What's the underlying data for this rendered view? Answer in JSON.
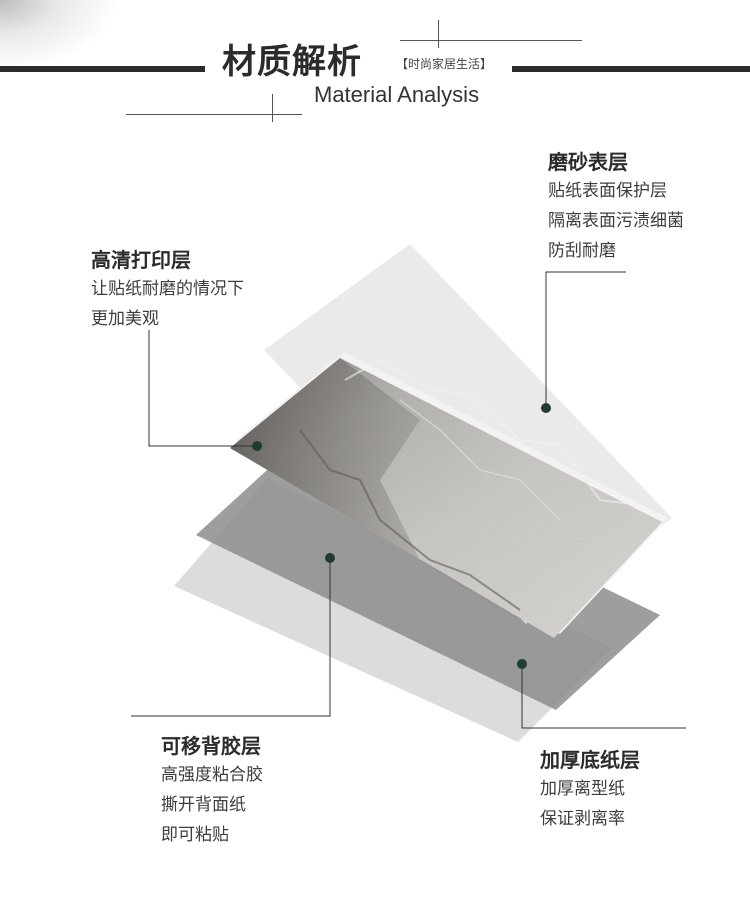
{
  "header": {
    "title_cn": "材质解析",
    "tag": "【时尚家居生活】",
    "title_en": "Material Analysis"
  },
  "layers": [
    {
      "id": "matte-surface",
      "title": "磨砂表层",
      "lines": [
        "贴纸表面保护层",
        "隔离表面污渍细菌",
        "防刮耐磨"
      ]
    },
    {
      "id": "hd-print",
      "title": "高清打印层",
      "lines": [
        "让贴纸耐磨的情况下",
        "更加美观"
      ]
    },
    {
      "id": "adhesive-back",
      "title": "可移背胶层",
      "lines": [
        "高强度粘合胶",
        "撕开背面纸",
        "即可粘贴"
      ]
    },
    {
      "id": "thick-base",
      "title": "加厚底纸层",
      "lines": [
        "加厚离型纸",
        "保证剥离率"
      ]
    }
  ],
  "colors": {
    "dot": "#1f3b32",
    "line": "#333333",
    "title": "#2b2b2b",
    "text": "#3d3d3d"
  }
}
